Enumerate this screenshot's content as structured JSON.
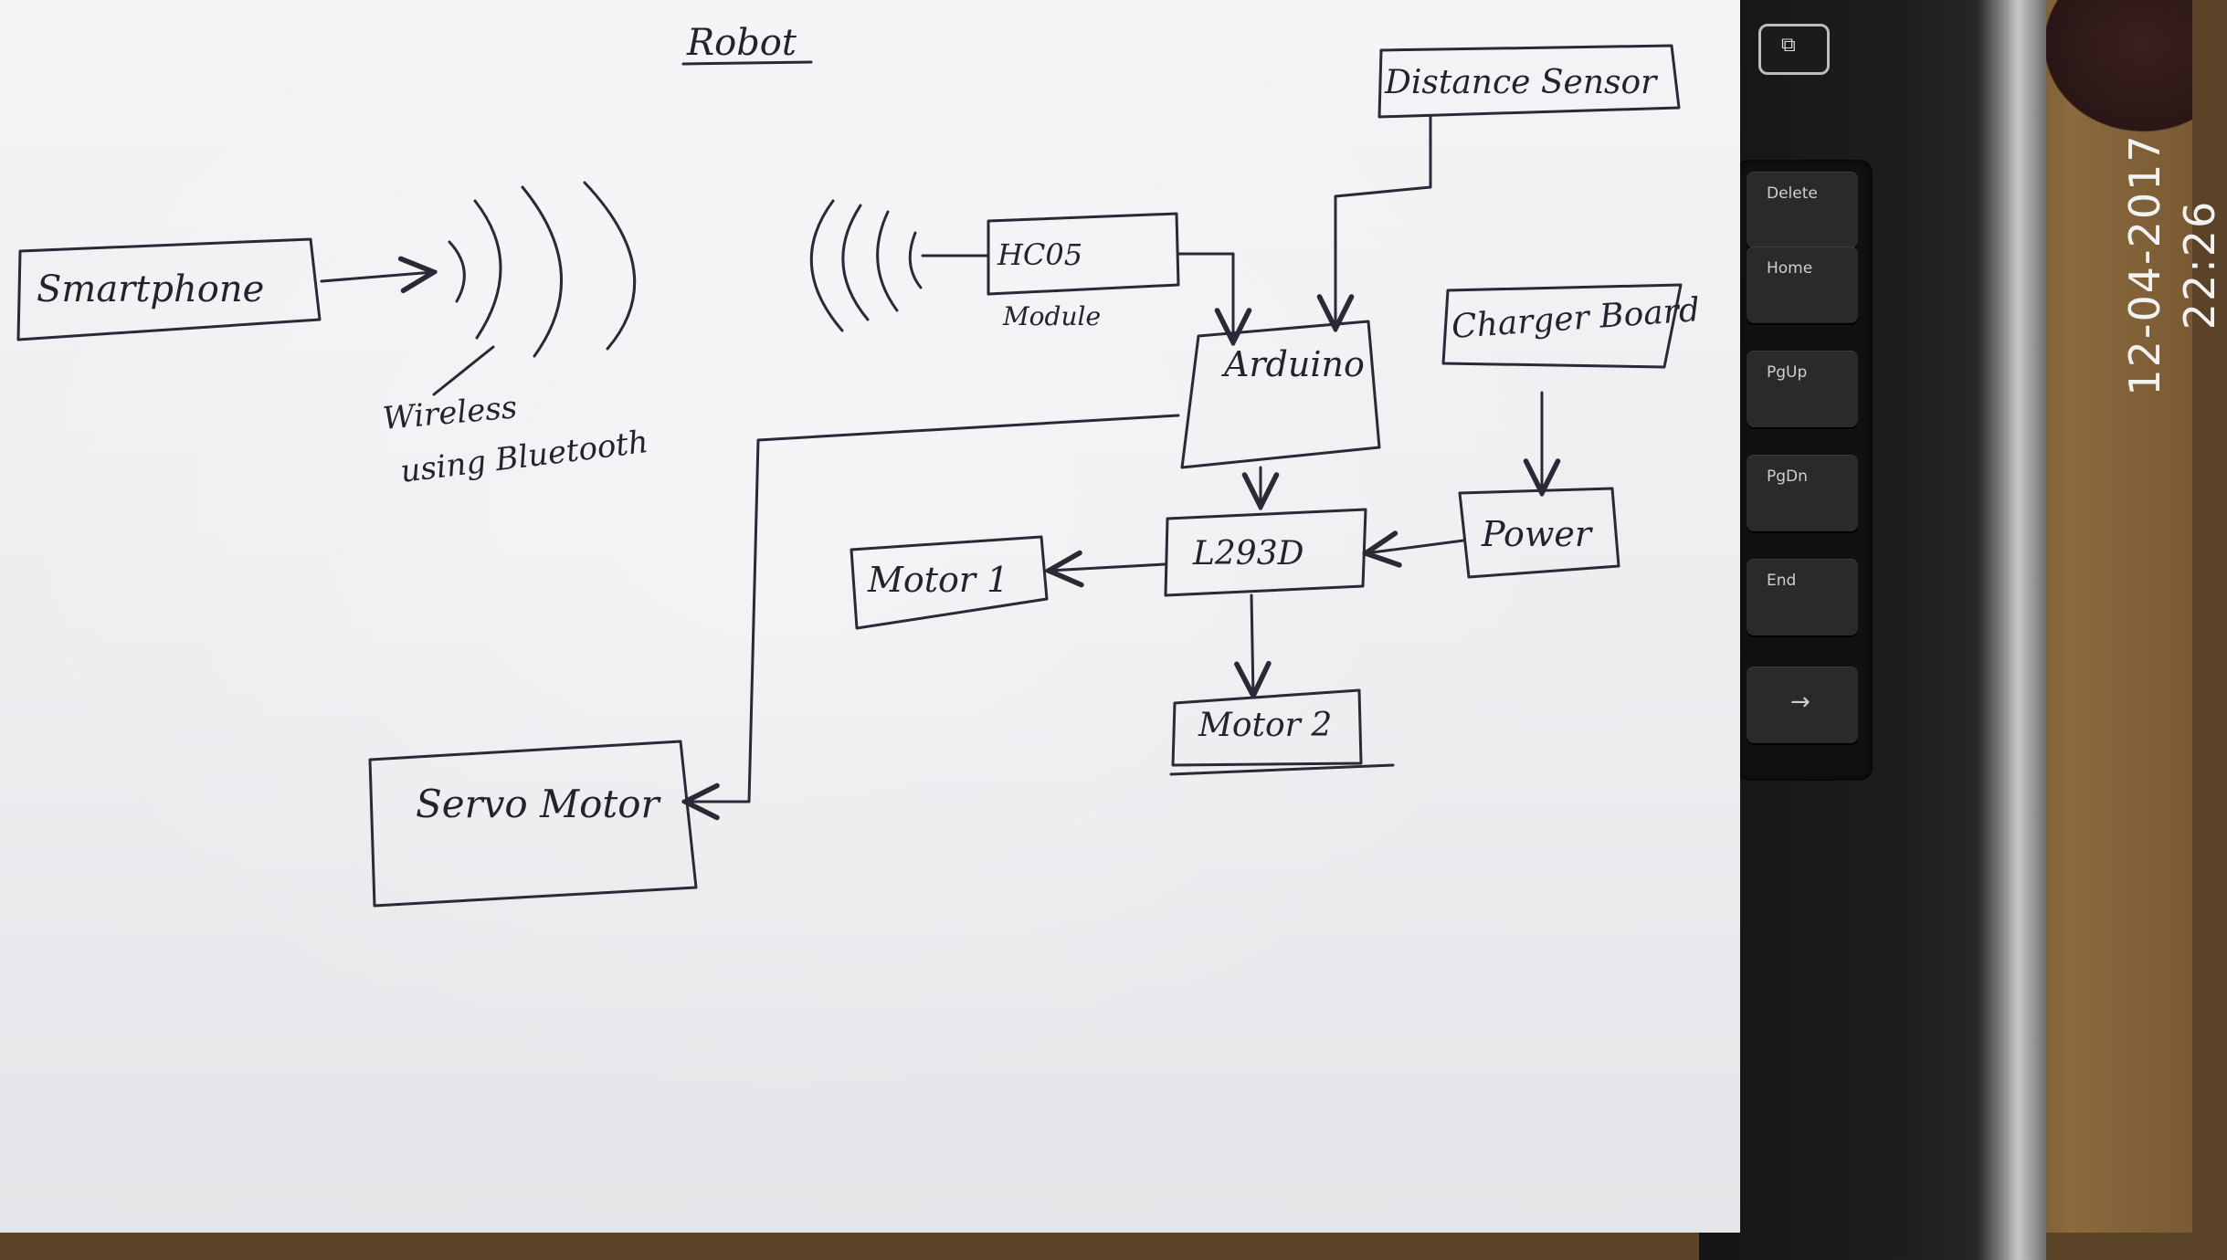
{
  "diagram": {
    "title": "Robot",
    "nodes": {
      "smartphone": "Smartphone",
      "hc05": "HC05",
      "hc05_caption": "Module",
      "distance_sensor": "Distance Sensor",
      "arduino": "Arduino",
      "charger_board": "Charger Board",
      "power": "Power",
      "l293d": "L293D",
      "motor1": "Motor 1",
      "motor2": "Motor 2",
      "servo_motor": "Servo Motor"
    },
    "annotation": {
      "line1": "Wireless",
      "line2": "using Bluetooth"
    }
  },
  "keyboard": {
    "keys": [
      "Delete",
      "Home",
      "PgUp",
      "PgDn",
      "End",
      "→"
    ]
  },
  "timestamp": "12-04-2017 22:26",
  "colors": {
    "paper": "#eef0f2",
    "ink": "#2a2a36",
    "laptop": "#1a1a1a",
    "desk": "#7a5a33"
  }
}
